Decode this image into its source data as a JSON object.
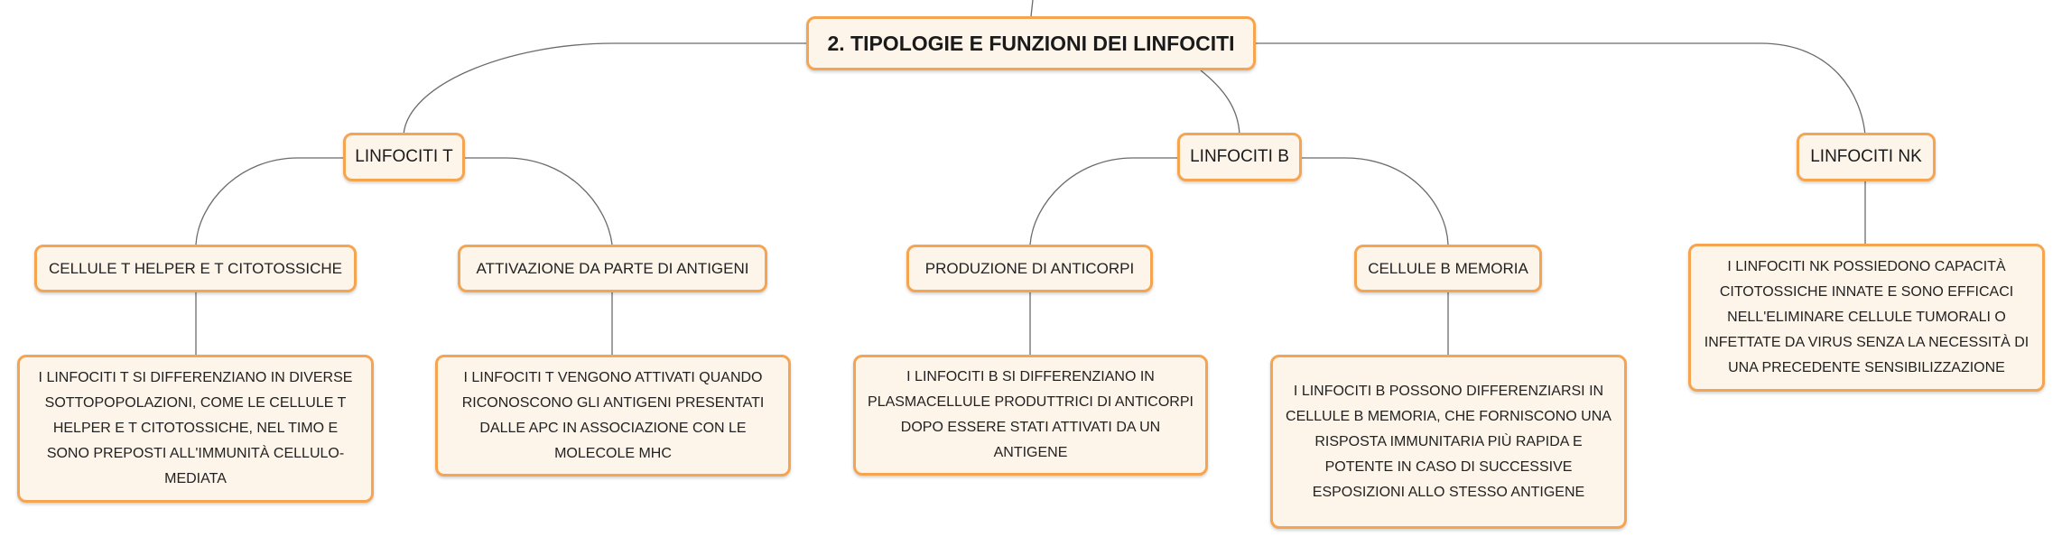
{
  "root": {
    "title": "2. TIPOLOGIE E FUNZIONI DEI LINFOCITI"
  },
  "branches": [
    {
      "label": "LINFOCITI T",
      "topics": [
        {
          "label": "CELLULE T HELPER E T CITOTOSSICHE",
          "detail": "I LINFOCITI T SI DIFFERENZIANO IN DIVERSE SOTTOPOPOLAZIONI, COME LE CELLULE T HELPER E T CITOTOSSICHE, NEL TIMO E SONO PREPOSTI ALL'IMMUNITÀ CELLULO-MEDIATA"
        },
        {
          "label": "ATTIVAZIONE DA PARTE DI ANTIGENI",
          "detail": "I LINFOCITI T VENGONO ATTIVATI QUANDO RICONOSCONO GLI ANTIGENI PRESENTATI DALLE APC IN ASSOCIAZIONE CON LE MOLECOLE MHC"
        }
      ]
    },
    {
      "label": "LINFOCITI B",
      "topics": [
        {
          "label": "PRODUZIONE DI ANTICORPI",
          "detail": "I LINFOCITI B SI DIFFERENZIANO IN PLASMACELLULE PRODUTTRICI DI ANTICORPI DOPO ESSERE STATI ATTIVATI DA UN ANTIGENE"
        },
        {
          "label": "CELLULE B MEMORIA",
          "detail": "I LINFOCITI B POSSONO DIFFERENZIARSI IN CELLULE B MEMORIA, CHE FORNISCONO UNA RISPOSTA IMMUNITARIA PIÙ RAPIDA E POTENTE IN CASO DI SUCCESSIVE ESPOSIZIONI ALLO STESSO ANTIGENE"
        }
      ]
    },
    {
      "label": "LINFOCITI NK",
      "detail": "I LINFOCITI NK POSSIEDONO CAPACITÀ CITOTOSSICHE INNATE E SONO EFFICACI NELL'ELIMINARE CELLULE TUMORALI O INFETTATE DA VIRUS SENZA LA NECESSITÀ DI UNA PRECEDENTE SENSIBILIZZAZIONE"
    }
  ],
  "colors": {
    "node_border": "#f5a550",
    "node_fill": "#fdf4ea",
    "connector": "#6b6b6b"
  }
}
